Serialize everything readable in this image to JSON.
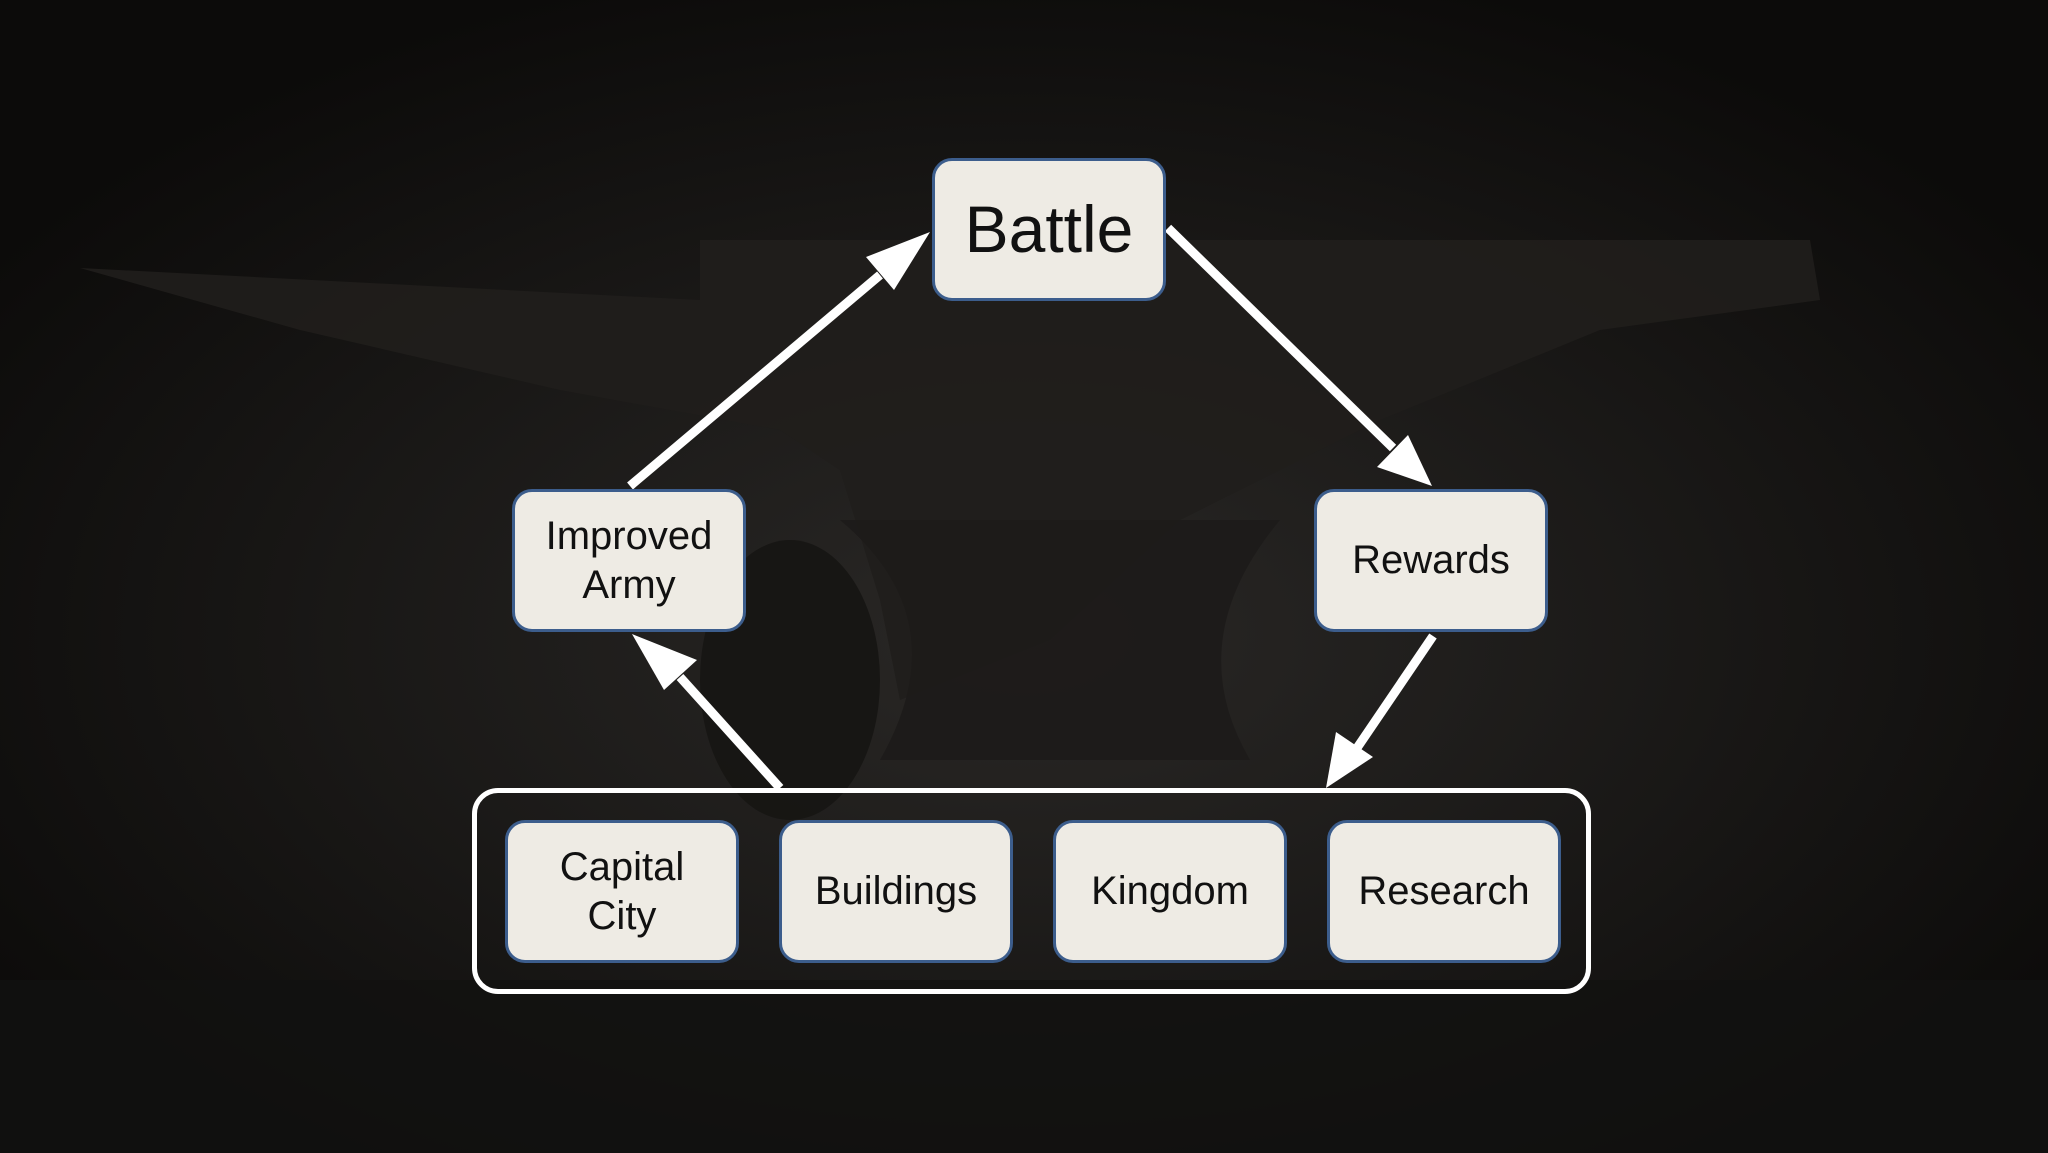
{
  "diagram": {
    "nodes": {
      "battle": "Battle",
      "improved_army": "Improved\nArmy",
      "rewards": "Rewards",
      "capital_city": "Capital\nCity",
      "buildings": "Buildings",
      "kingdom": "Kingdom",
      "research": "Research"
    },
    "edges": [
      {
        "from": "improved_army",
        "to": "battle"
      },
      {
        "from": "battle",
        "to": "rewards"
      },
      {
        "from": "rewards",
        "to": "group"
      },
      {
        "from": "group",
        "to": "improved_army"
      }
    ],
    "group_members": [
      "capital_city",
      "buildings",
      "kingdom",
      "research"
    ]
  },
  "colors": {
    "background": "#0f0e0d",
    "node_fill": "#eeebe4",
    "node_border": "#3c5d8c",
    "arrow": "#ffffff",
    "group_border": "#ffffff"
  }
}
